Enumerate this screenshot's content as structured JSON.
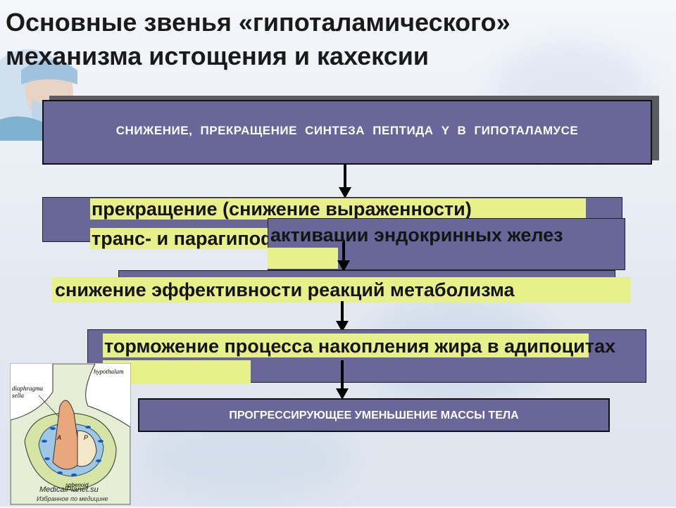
{
  "title": "Основные звенья «гипоталамического» механизма истощения и кахексии",
  "boxes": {
    "b1": "СНИЖЕНИЕ,   ПРЕКРАЩЕНИЕ СИНТЕЗА  ПЕПТИДА Y  В  ГИПОТАЛАМУСЕ",
    "b2_line1": "прекращение (снижение выраженности)",
    "b2_line2": "транс- и парагипофизарной",
    "b3": "активации эндокринных желез",
    "b4": "снижение эффективности реакций метаболизма",
    "b5": "торможение процесса накопления жира в адипоцитах",
    "b6": "ПРОГРЕССИРУЮЩЕЕ УМЕНЬШЕНИЕ МАССЫ ТЕЛА"
  },
  "anatomy": {
    "label_hypothalamus": "hypothalam",
    "label_diaphragma": "diaphragma sella",
    "label_a": "A",
    "label_p": "P",
    "label_sphenoid": "sphenoid",
    "site": "MedicalPlanet.su",
    "site_sub": "Избранное по медицине"
  },
  "colors": {
    "box_fill": "#69669a",
    "highlight": "#e8f08a",
    "box_text_light": "#ffffff"
  }
}
